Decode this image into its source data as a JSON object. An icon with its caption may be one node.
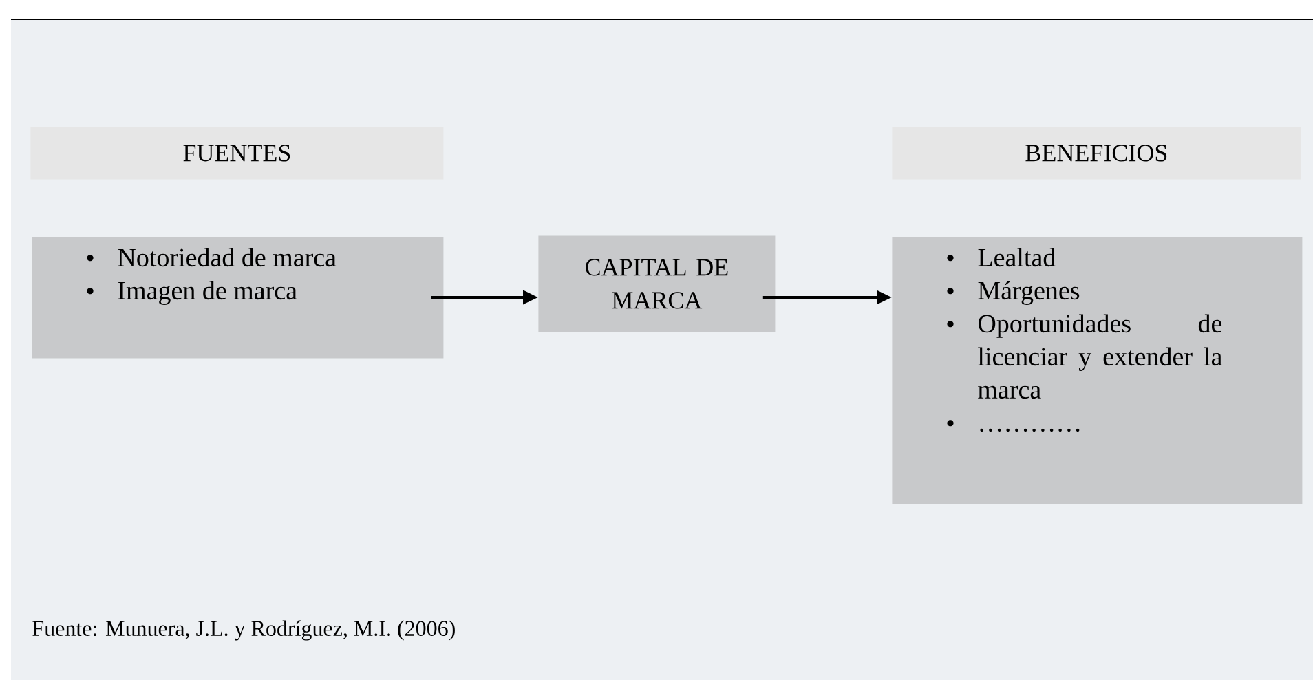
{
  "diagram": {
    "nodes": [
      {
        "text": [
          "FUENTES"
        ]
      },
      {
        "text": [
          "BENEFICIOS"
        ]
      },
      {
        "text": [
          "Notoriedad de marca",
          "Imagen de marca"
        ]
      },
      {
        "text": [
          "CAPITAL DE MARCA"
        ]
      },
      {
        "text": [
          "Lealtad",
          "Márgenes",
          "Oportunidades de licenciar y extender la marca",
          "…………"
        ]
      }
    ],
    "edges": [
      {
        "from": 2,
        "to": 3,
        "arrow": "to"
      },
      {
        "from": 3,
        "to": 4,
        "arrow": "to"
      }
    ],
    "caption": "Fuente: Munuera, J.L. y Rodríguez, M.I. (2006)"
  }
}
